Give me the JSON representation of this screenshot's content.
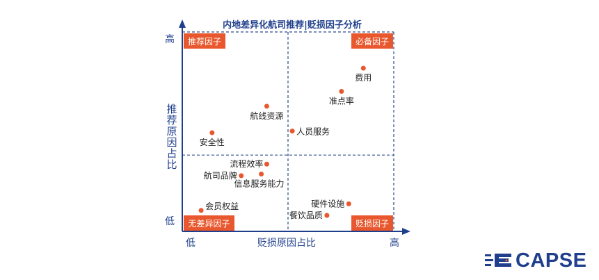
{
  "chart_data": {
    "type": "scatter",
    "title": "内地差异化航司推荐|贬损因子分析",
    "xlabel": "贬损原因占比",
    "ylabel": "推荐原因占比",
    "x_tick_low": "低",
    "x_tick_high": "高",
    "y_tick_low": "低",
    "y_tick_high": "高",
    "xlim": [
      0,
      1
    ],
    "ylim": [
      0,
      1
    ],
    "x_divider": 0.5,
    "y_divider": 0.4,
    "quadrants": [
      {
        "label": "推荐因子",
        "position": "top-left"
      },
      {
        "label": "必备因子",
        "position": "top-right"
      },
      {
        "label": "无差异因子",
        "position": "bottom-left"
      },
      {
        "label": "贬损因子",
        "position": "bottom-right"
      }
    ],
    "points": [
      {
        "label": "费用",
        "x": 0.94,
        "y": 0.89
      },
      {
        "label": "准点率",
        "x": 0.82,
        "y": 0.75
      },
      {
        "label": "航线资源",
        "x": 0.41,
        "y": 0.66
      },
      {
        "label": "人员服务",
        "x": 0.55,
        "y": 0.51
      },
      {
        "label": "安全性",
        "x": 0.11,
        "y": 0.5
      },
      {
        "label": "流程效率",
        "x": 0.41,
        "y": 0.31
      },
      {
        "label": "航司品牌",
        "x": 0.27,
        "y": 0.24
      },
      {
        "label": "信息服务能力",
        "x": 0.38,
        "y": 0.25
      },
      {
        "label": "会员权益",
        "x": 0.05,
        "y": 0.03
      },
      {
        "label": "硬件设施",
        "x": 0.86,
        "y": 0.07
      },
      {
        "label": "餐饮品质",
        "x": 0.74,
        "y": 0.0
      }
    ],
    "colors": {
      "point": "#e8572d",
      "quadrant_label_bg": "#e8572d",
      "axis": "#1f3f8c",
      "divider": "#2a4a8c"
    }
  },
  "brand": {
    "name": "CAPSE",
    "color": "#1f3f8c",
    "accent": "#e8572d"
  }
}
